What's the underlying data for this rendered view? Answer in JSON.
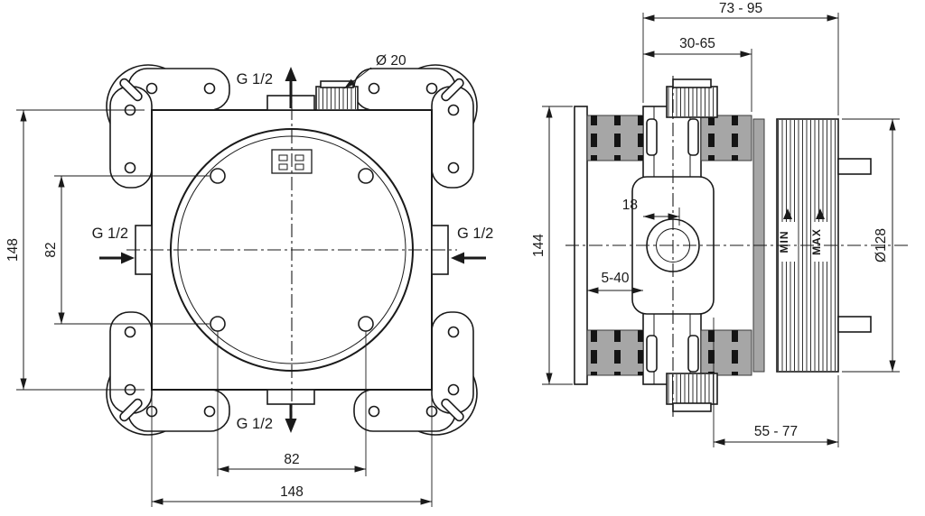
{
  "front_view": {
    "port_top": "G 1/2",
    "port_bottom": "G 1/2",
    "port_left": "G 1/2",
    "port_right": "G 1/2",
    "connector_diameter": "Ø 20",
    "dim_overall_height": "148",
    "dim_overall_width": "148",
    "dim_hole_spacing_vertical": "82",
    "dim_hole_spacing_horizontal": "82"
  },
  "side_view": {
    "dim_depth_total": "73 - 95",
    "dim_wall_depth": "30-65",
    "dim_body_height": "144",
    "dim_cartridge_offset": "18",
    "dim_flange_range": "5-40",
    "dim_cap_diameter": "Ø128",
    "dim_cap_length": "55 - 77",
    "min_label": "MIN",
    "max_label": "MAX"
  },
  "colors": {
    "line": "#1a1a1a",
    "wall_fill": "#a6a6a6",
    "background": "#ffffff"
  }
}
